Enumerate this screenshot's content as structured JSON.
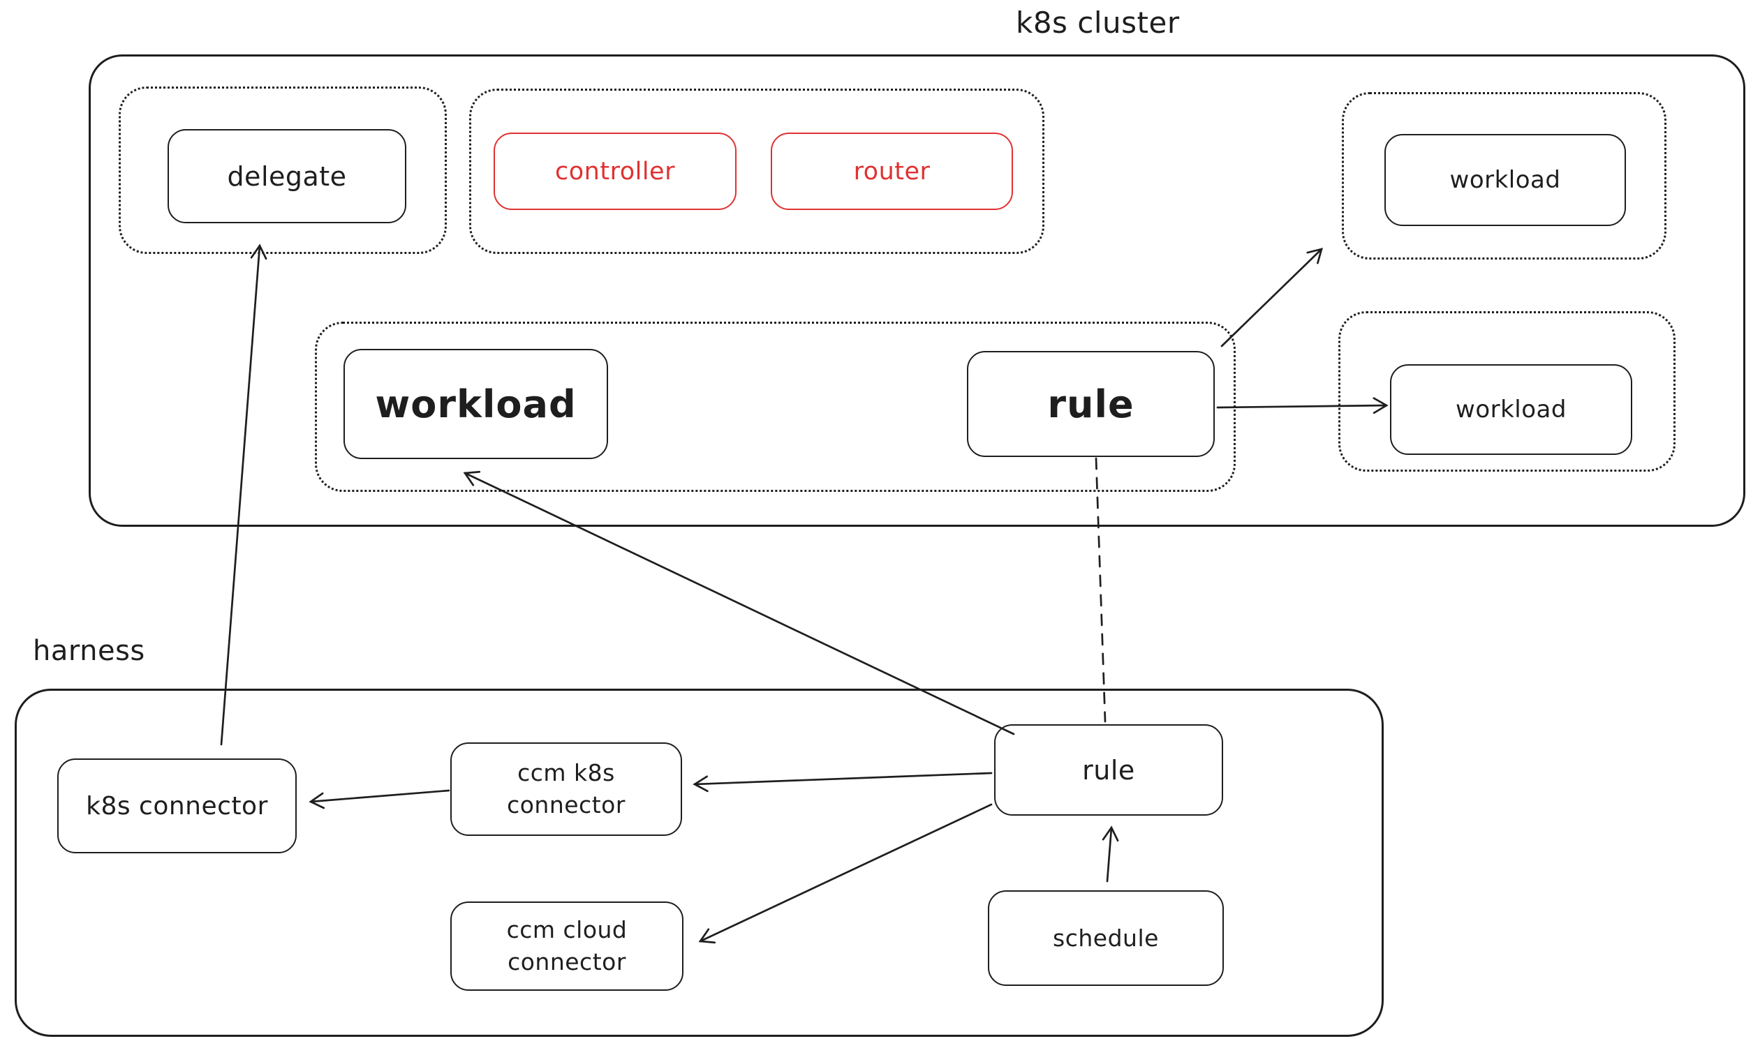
{
  "colors": {
    "ink": "#1e1e1e",
    "red": "#e03131",
    "background": "#ffffff"
  },
  "clusters": {
    "k8s": {
      "label": "k8s cluster"
    },
    "harness": {
      "label": "harness"
    }
  },
  "nodes": {
    "delegate": {
      "label": "delegate"
    },
    "controller": {
      "label": "controller",
      "color": "#e03131"
    },
    "router": {
      "label": "router",
      "color": "#e03131"
    },
    "workload_top_right": {
      "label": "workload"
    },
    "workload_main": {
      "label": "workload"
    },
    "rule_cluster": {
      "label": "rule"
    },
    "workload_mid_right": {
      "label": "workload"
    },
    "k8s_connector": {
      "label": "k8s connector"
    },
    "ccm_k8s_connector": {
      "line1": "ccm k8s",
      "line2": "connector"
    },
    "ccm_cloud_connector": {
      "line1": "ccm cloud",
      "line2": "connector"
    },
    "rule_harness": {
      "label": "rule"
    },
    "schedule": {
      "label": "schedule"
    }
  },
  "edges": [
    {
      "from": "k8s connector",
      "to": "delegate group",
      "style": "arrow"
    },
    {
      "from": "rule (harness)",
      "to": "workload (k8s cluster)",
      "style": "arrow"
    },
    {
      "from": "rule (harness)",
      "to": "ccm k8s connector",
      "style": "arrow"
    },
    {
      "from": "rule (harness)",
      "to": "ccm cloud connector",
      "style": "arrow"
    },
    {
      "from": "ccm k8s connector",
      "to": "k8s connector",
      "style": "arrow"
    },
    {
      "from": "schedule",
      "to": "rule (harness)",
      "style": "arrow"
    },
    {
      "from": "rule (k8s cluster)",
      "to": "workload group (top right)",
      "style": "arrow"
    },
    {
      "from": "rule (k8s cluster)",
      "to": "workload (mid right)",
      "style": "arrow"
    },
    {
      "from": "rule (k8s cluster)",
      "to": "rule (harness)",
      "style": "dashed-line"
    }
  ]
}
